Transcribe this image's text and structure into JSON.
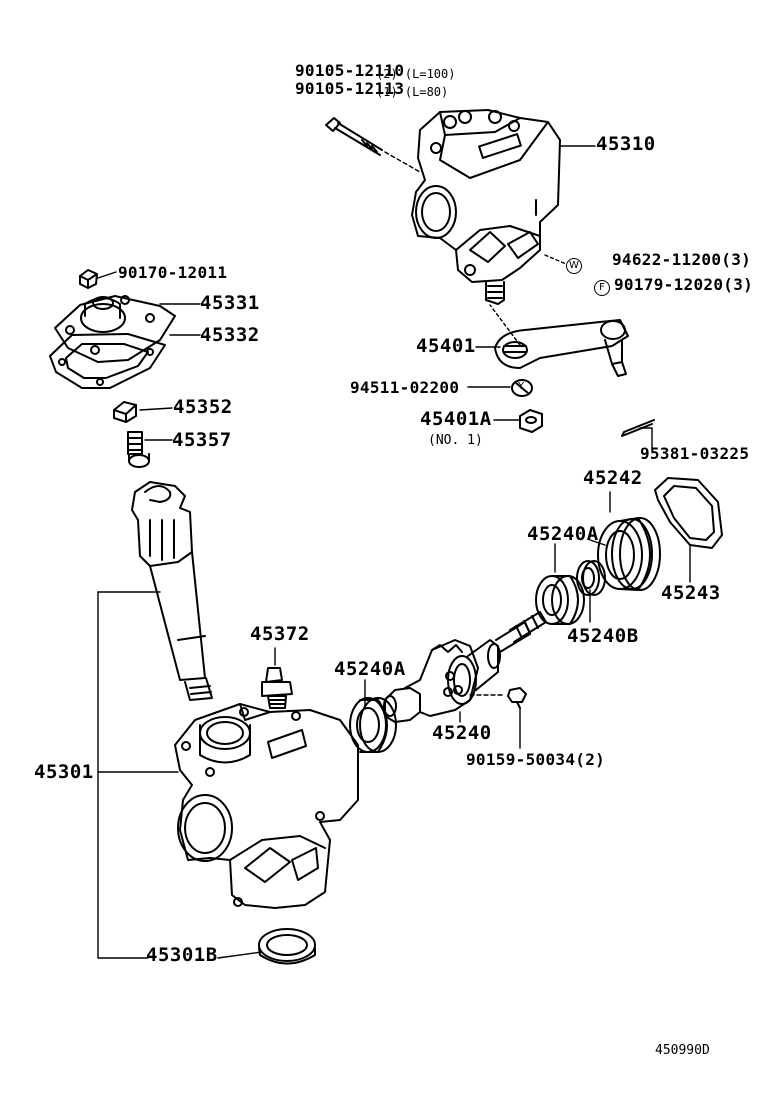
{
  "labels": {
    "bolt_l100": "90105-12110",
    "bolt_l100_note": "(2) (L=100)",
    "bolt_l80": "90105-12113",
    "bolt_l80_note": "(1) (L=80)",
    "gear_assy": "45310",
    "washer_w": "94622-11200(3)",
    "washer_w_symbol": "W",
    "nut_f": "90179-12020(3)",
    "nut_f_symbol": "F",
    "nut_top": "90170-12011",
    "cover": "45331",
    "gasket": "45332",
    "adj_nut": "45352",
    "adj_screw": "45357",
    "pitman_arm": "45401",
    "lock_washer": "94511-02200",
    "lock_washer_symbol": "Y",
    "pitman_nut": "45401A",
    "pitman_nut_sub": "(NO. 1)",
    "pin": "95381-03225",
    "adjuster": "45242",
    "bearing_a_upper": "45240A",
    "locknut": "45243",
    "bearing_b": "45240B",
    "breather": "45372",
    "bearing_a_lower": "45240A",
    "valve_assy": "45240",
    "bolt_valve": "90159-50034(2)",
    "housing": "45301",
    "seal": "45301B",
    "diagram_id": "450990D"
  }
}
